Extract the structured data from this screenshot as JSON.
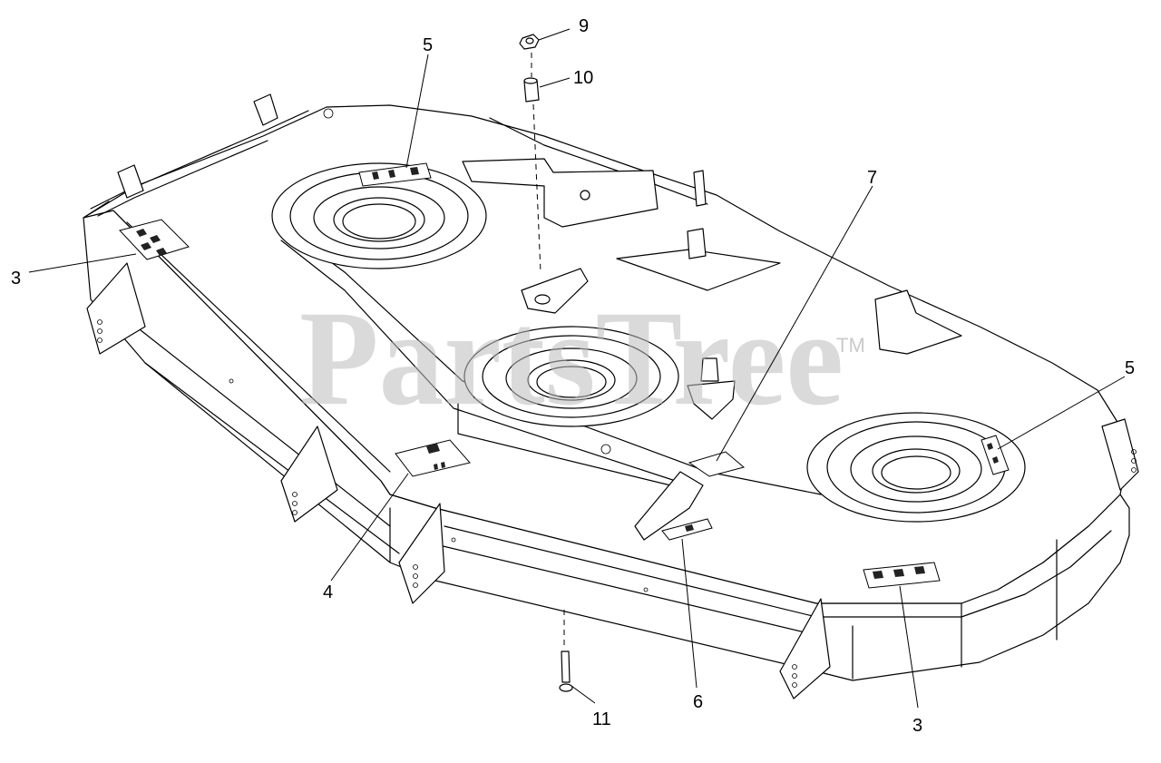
{
  "watermark": {
    "text": "PartsTree",
    "trademark": "TM"
  },
  "callouts": [
    {
      "id": "c9",
      "label": "9"
    },
    {
      "id": "c10",
      "label": "10"
    },
    {
      "id": "c5a",
      "label": "5"
    },
    {
      "id": "c7",
      "label": "7"
    },
    {
      "id": "c3a",
      "label": "3"
    },
    {
      "id": "c5b",
      "label": "5"
    },
    {
      "id": "c4",
      "label": "4"
    },
    {
      "id": "c6",
      "label": "6"
    },
    {
      "id": "c11",
      "label": "11"
    },
    {
      "id": "c3b",
      "label": "3"
    }
  ]
}
